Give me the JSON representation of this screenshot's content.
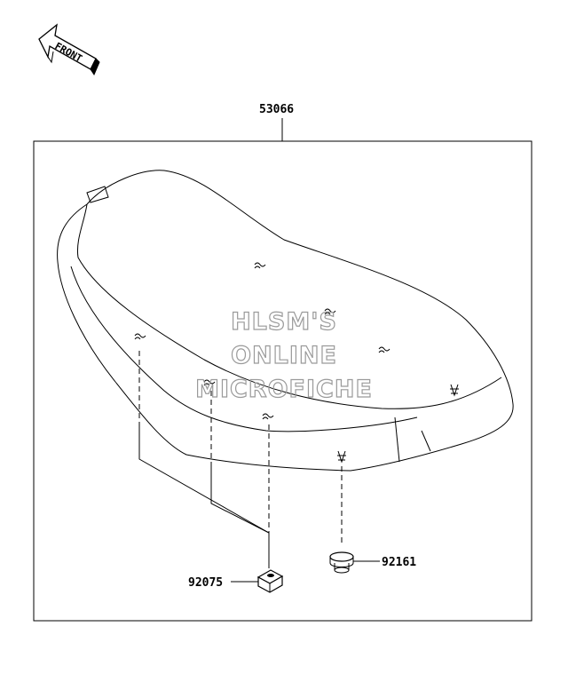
{
  "front_arrow": {
    "label": "FRONT"
  },
  "parts": {
    "seat": "53066",
    "damper": "92161",
    "rubber": "92075"
  },
  "watermark": {
    "line1": "HLSM'S",
    "line2": "ONLINE",
    "line3": "MICROFICHE"
  }
}
